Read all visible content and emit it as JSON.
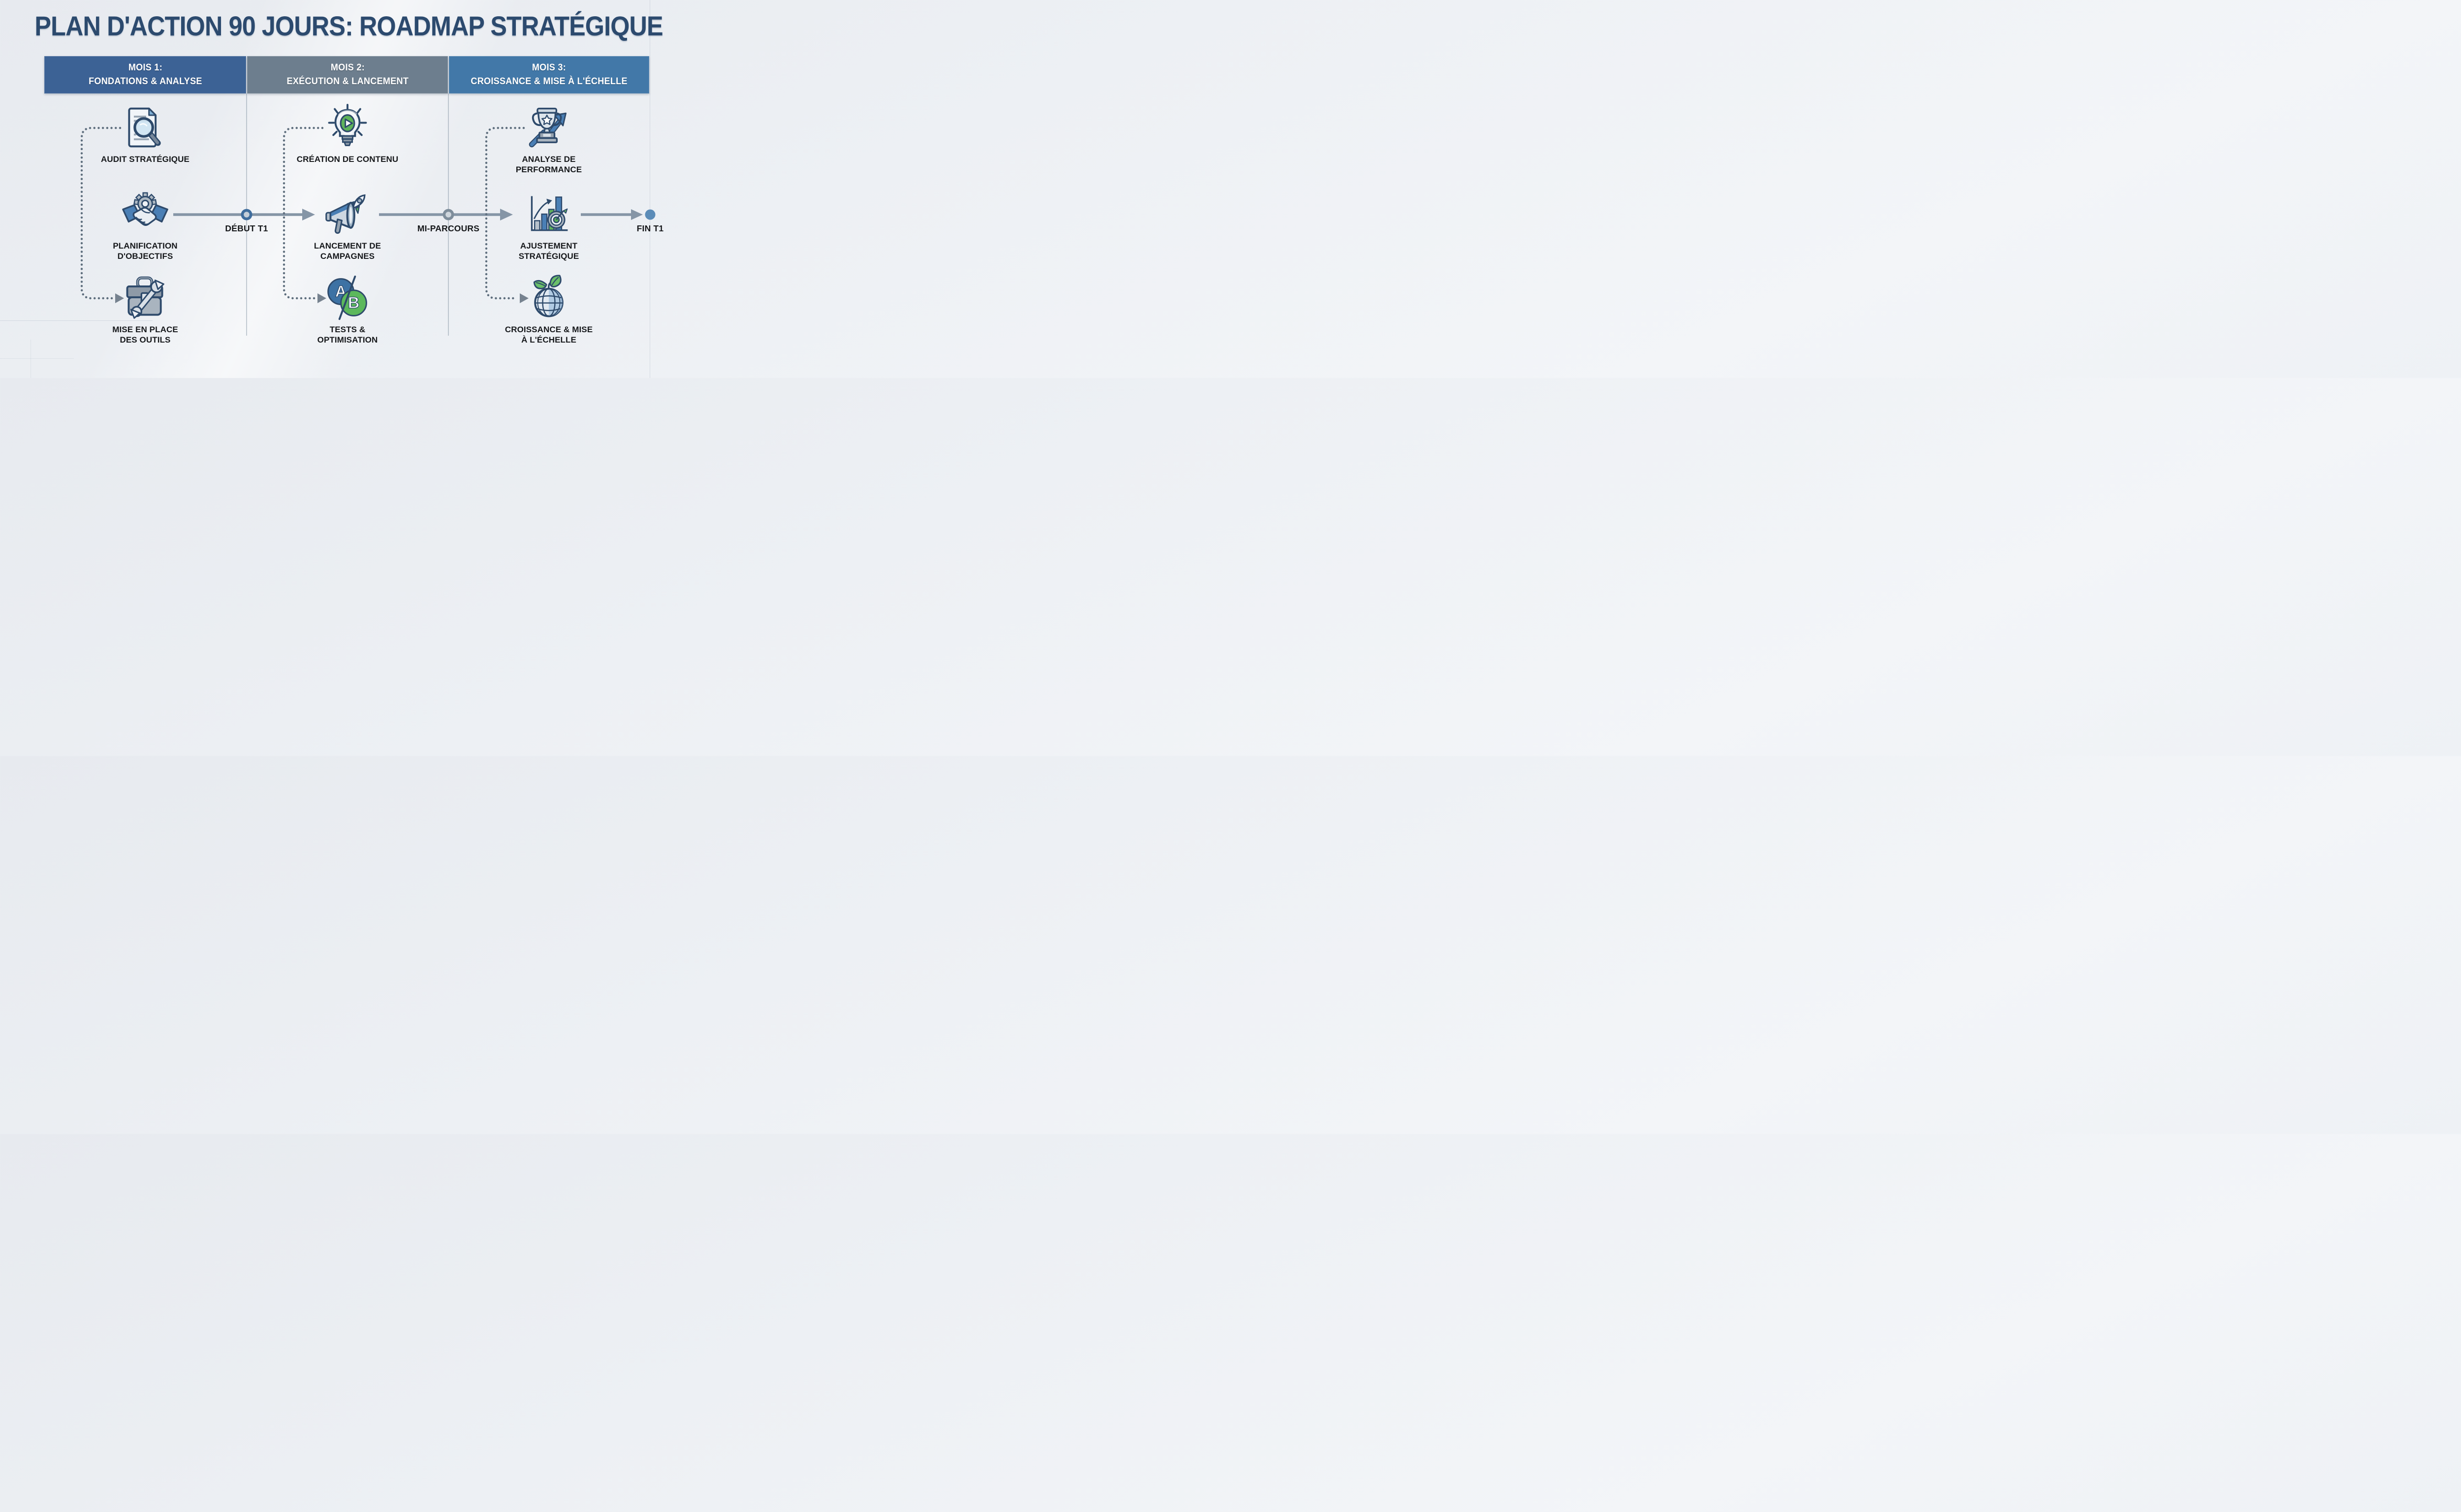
{
  "title": "PLAN D'ACTION 90 JOURS: ROADMAP STRATÉGIQUE",
  "columns": [
    {
      "header_line1": "MOIS 1:",
      "header_line2": "FONDATIONS & ANALYSE",
      "header_bg": "#3c6295",
      "items": [
        {
          "icon": "document-magnifier-icon",
          "label": "AUDIT STRATÉGIQUE"
        },
        {
          "icon": "handshake-gear-icon",
          "label": "PLANIFICATION D'OBJECTIFS"
        },
        {
          "icon": "toolbox-wrench-icon",
          "label": "MISE EN PLACE DES OUTILS"
        }
      ]
    },
    {
      "header_line1": "MOIS 2:",
      "header_line2": "EXÉCUTION & LANCEMENT",
      "header_bg": "#6d7e8e",
      "items": [
        {
          "icon": "lightbulb-play-icon",
          "label": "CRÉATION DE CONTENU"
        },
        {
          "icon": "megaphone-rocket-icon",
          "label": "LANCEMENT DE CAMPAGNES"
        },
        {
          "icon": "ab-test-icon",
          "label": "TESTS & OPTIMISATION"
        }
      ]
    },
    {
      "header_line1": "MOIS 3:",
      "header_line2": "CROISSANCE & MISE À L'ÉCHELLE",
      "header_bg": "#4278a8",
      "items": [
        {
          "icon": "trophy-arrow-icon",
          "label": "ANALYSE DE PERFORMANCE"
        },
        {
          "icon": "chart-target-icon",
          "label": "AJUSTEMENT STRATÉGIQUE"
        },
        {
          "icon": "globe-leaves-icon",
          "label": "CROISSANCE & MISE À L'ÉCHELLE"
        }
      ]
    }
  ],
  "timeline": {
    "milestones": [
      {
        "label": "DÉBUT T1",
        "node": "ring",
        "node_color": "#3f6d9d"
      },
      {
        "label": "MI-PARCOURS",
        "node": "ring",
        "node_color": "#7e8d9b"
      },
      {
        "label": "FIN T1",
        "node": "solid",
        "node_color": "#5b8cb8"
      }
    ],
    "line_color": "#8595a6"
  },
  "colors": {
    "title": "#2c4a6e",
    "label_text": "#16181b",
    "navy_outline": "#2e4a6b",
    "accent_blue": "#4a7fb5",
    "accent_green": "#5eb35b",
    "connector_dots": "#5e6e7d",
    "background": "#eef1f5"
  }
}
